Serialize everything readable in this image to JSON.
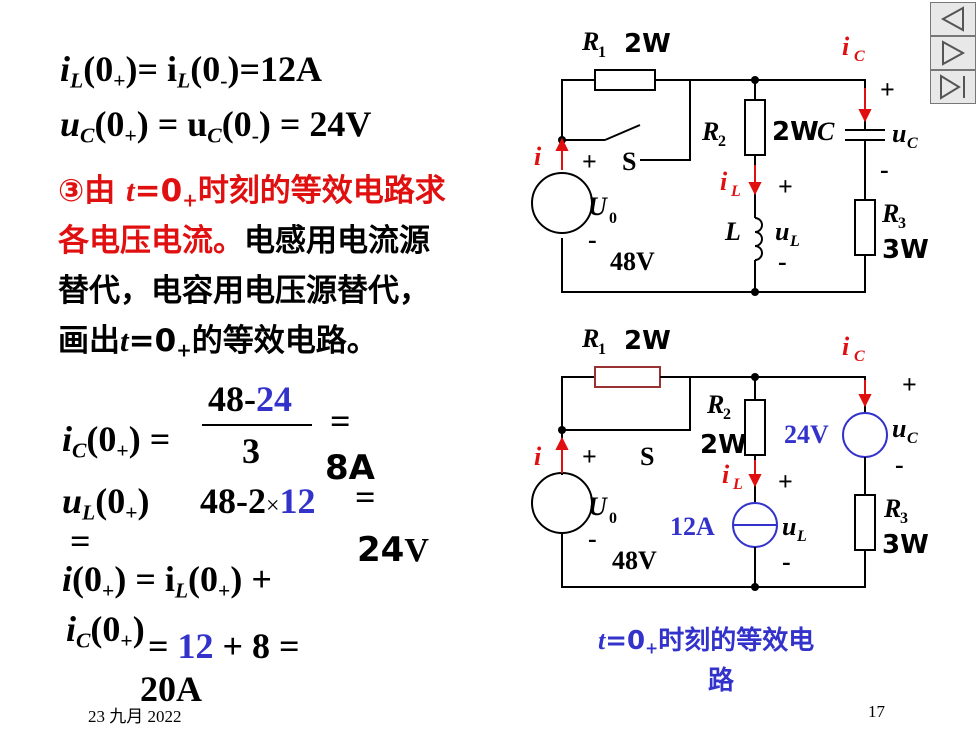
{
  "nav": {
    "prev_icon": "triangle-left-icon",
    "next_icon": "triangle-right-icon",
    "last_icon": "skip-end-icon"
  },
  "lines": {
    "il_lhs": "i",
    "il_sub": "L",
    "il_arg": "(0",
    "il_plus": "+",
    "il_rhs1": ")= i",
    "il_rhs_sub": "L",
    "il_rhs2": "(0",
    "il_minus": "-",
    "il_rhs3": ")=12A",
    "uc_lhs": "u",
    "uc_sub": "C",
    "uc_arg": "(0",
    "uc_plus": "+",
    "uc_rhs1": ") = u",
    "uc_rhs_sub": "C",
    "uc_rhs2": "(0",
    "uc_minus": "-",
    "uc_rhs3": ") = 24V"
  },
  "step": {
    "red_line1a": "③由 ",
    "red_t": "t",
    "red_eq": "=0",
    "red_sub": "+",
    "red_line1b": "时刻的等效电路求",
    "red_line2": "各电压电流。",
    "black_line2": "电感用电流源",
    "line3": "替代，电容用电压源替代，",
    "line4a": "画出",
    "line4_t": "t",
    "line4b": "=",
    "line4_zero": "0",
    "line4_sub": "+",
    "line4c": "的等效电路。"
  },
  "calc": {
    "ic_lhs": "i",
    "ic_sub": "C",
    "ic_arg": "(0",
    "ic_plus": "+",
    "ic_close": ") =",
    "num_black": "48-",
    "num_blue": "24",
    "den": "3",
    "eq1": "=",
    "res1": "8A",
    "ul_lhs": "u",
    "ul_sub": "L",
    "ul_arg": "(0",
    "ul_plus": "+",
    "ul_close": ")",
    "ul_eqsign": "=",
    "ul_expr_black": "48-2",
    "ul_times": "×",
    "ul_expr_blue": "12",
    "eq2": "=",
    "res2_num": "24",
    "res2_unit": "V",
    "i_lhs": "i",
    "i_arg": "(0",
    "i_plus": "+",
    "i_mid": ") = i",
    "i_sub": "L",
    "i_arg2": "(0",
    "i_plus2": "+",
    "i_tail": ") +",
    "ic2": "i",
    "ic2_sub": "C",
    "ic2_arg": "(0",
    "ic2_plus": "+",
    "ic2_close": ")",
    "eq3": "= ",
    "val_blue": "12",
    "val_rest": " + 8 =",
    "res3": "20A"
  },
  "circuit_top": {
    "r1": "R",
    "r1_sub": "1",
    "r1_val": "2W",
    "ic": "i",
    "ic_sub": "C",
    "plus_c": "+",
    "r2": "R",
    "r2_sub": "2",
    "r2_val": "2W",
    "c": "C",
    "uc": "u",
    "uc_sub": "C",
    "minus_c": "-",
    "i": "i",
    "plus_u": "+",
    "s": "S",
    "il": "i",
    "il_sub": "L",
    "plus_l": "+",
    "u0": "U",
    "u0_sub": "0",
    "minus_u": "-",
    "v48": "48V",
    "l": "L",
    "ul": "u",
    "ul_sub": "L",
    "minus_l": "-",
    "r3": "R",
    "r3_sub": "3",
    "r3_val": "3W"
  },
  "circuit_bottom": {
    "r1": "R",
    "r1_sub": "1",
    "r1_val": "2W",
    "ic": "i",
    "ic_sub": "C",
    "plus_c": "+",
    "r2": "R",
    "r2_sub": "2",
    "r2_val": "2W",
    "v24": "24V",
    "uc": "u",
    "uc_sub": "C",
    "minus_c": "-",
    "i": "i",
    "plus_u": "+",
    "s": "S",
    "il": "i",
    "il_sub": "L",
    "plus_l": "+",
    "u0": "U",
    "u0_sub": "0",
    "minus_u": "-",
    "v48": "48V",
    "a12": "12A",
    "ul": "u",
    "ul_sub": "L",
    "minus_l": "-",
    "r3": "R",
    "r3_sub": "3",
    "r3_val": "3W"
  },
  "caption": {
    "t": "t",
    "eq": "=",
    "zero": "0",
    "sub": "+",
    "text1": "时刻的等效电",
    "text2": "路"
  },
  "footer": {
    "date": "23 九月 2022",
    "page": "17"
  },
  "colors": {
    "red": "#e01010",
    "blue": "#3333cc",
    "resistor_red": "#993333"
  }
}
